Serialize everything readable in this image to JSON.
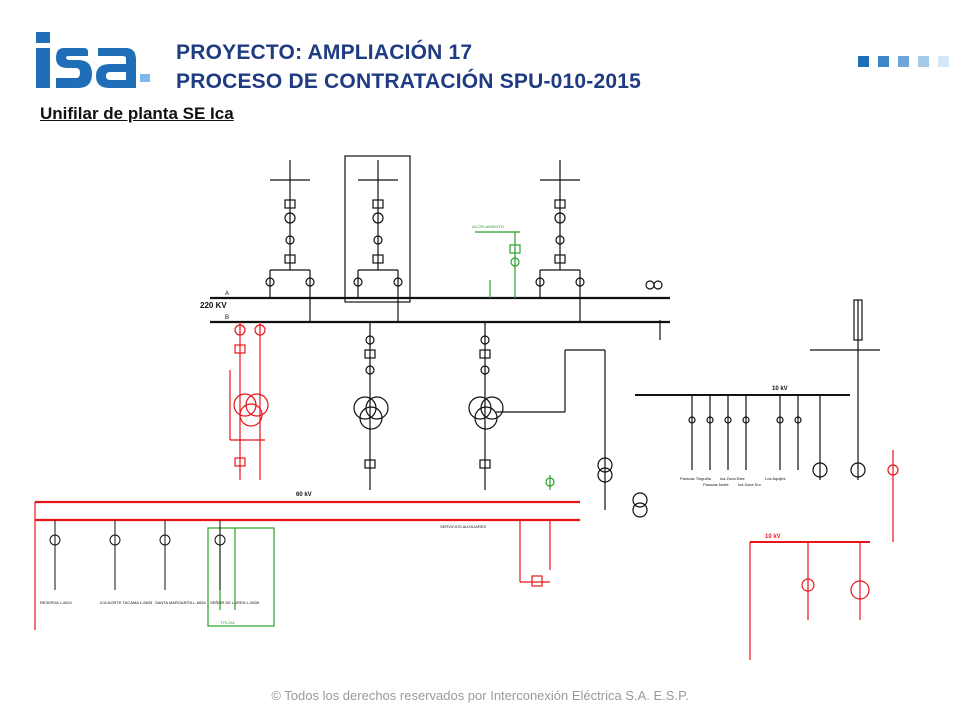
{
  "header": {
    "title_line1": "PROYECTO: AMPLIACIÓN 17",
    "title_line2": "PROCESO DE CONTRATACIÓN  SPU-010-2015",
    "subtitle": "Unifilar de planta SE Ica",
    "logo_text": "isa"
  },
  "diagram": {
    "bus_220": "220 KV",
    "bus_a": "A",
    "bus_b": "B",
    "bus_60": "60 kV",
    "bus_10_right": "10 kV",
    "bus_10_red": "10 kV",
    "acoplamiento": "ACOPLAMIENTO",
    "servicios": "SERVICIOS AUXILIARES",
    "transformer_green": "T79-261",
    "feeder_labels": [
      "RESERVA L-6621",
      "ICA NORTE TACAMA L-6633",
      "SANTA MARGARITA L-6634",
      "SEÑOR DE LUREN L-6635"
    ],
    "bottom_labels": [
      "Paracas Tinguiña",
      "Paracas Norte",
      "Ica Zona Este",
      "Ica Zona Sur",
      "Los Aquijes"
    ]
  },
  "footer": {
    "copyright": "© Todos los derechos reservados por Interconexión Eléctrica S.A. E.S.P."
  },
  "colors": {
    "brand_blue": "#1f3b82",
    "logo_blue": "#1e6fb8",
    "line_black": "#111111",
    "line_red": "#e8141a",
    "line_green": "#2aa12a"
  }
}
